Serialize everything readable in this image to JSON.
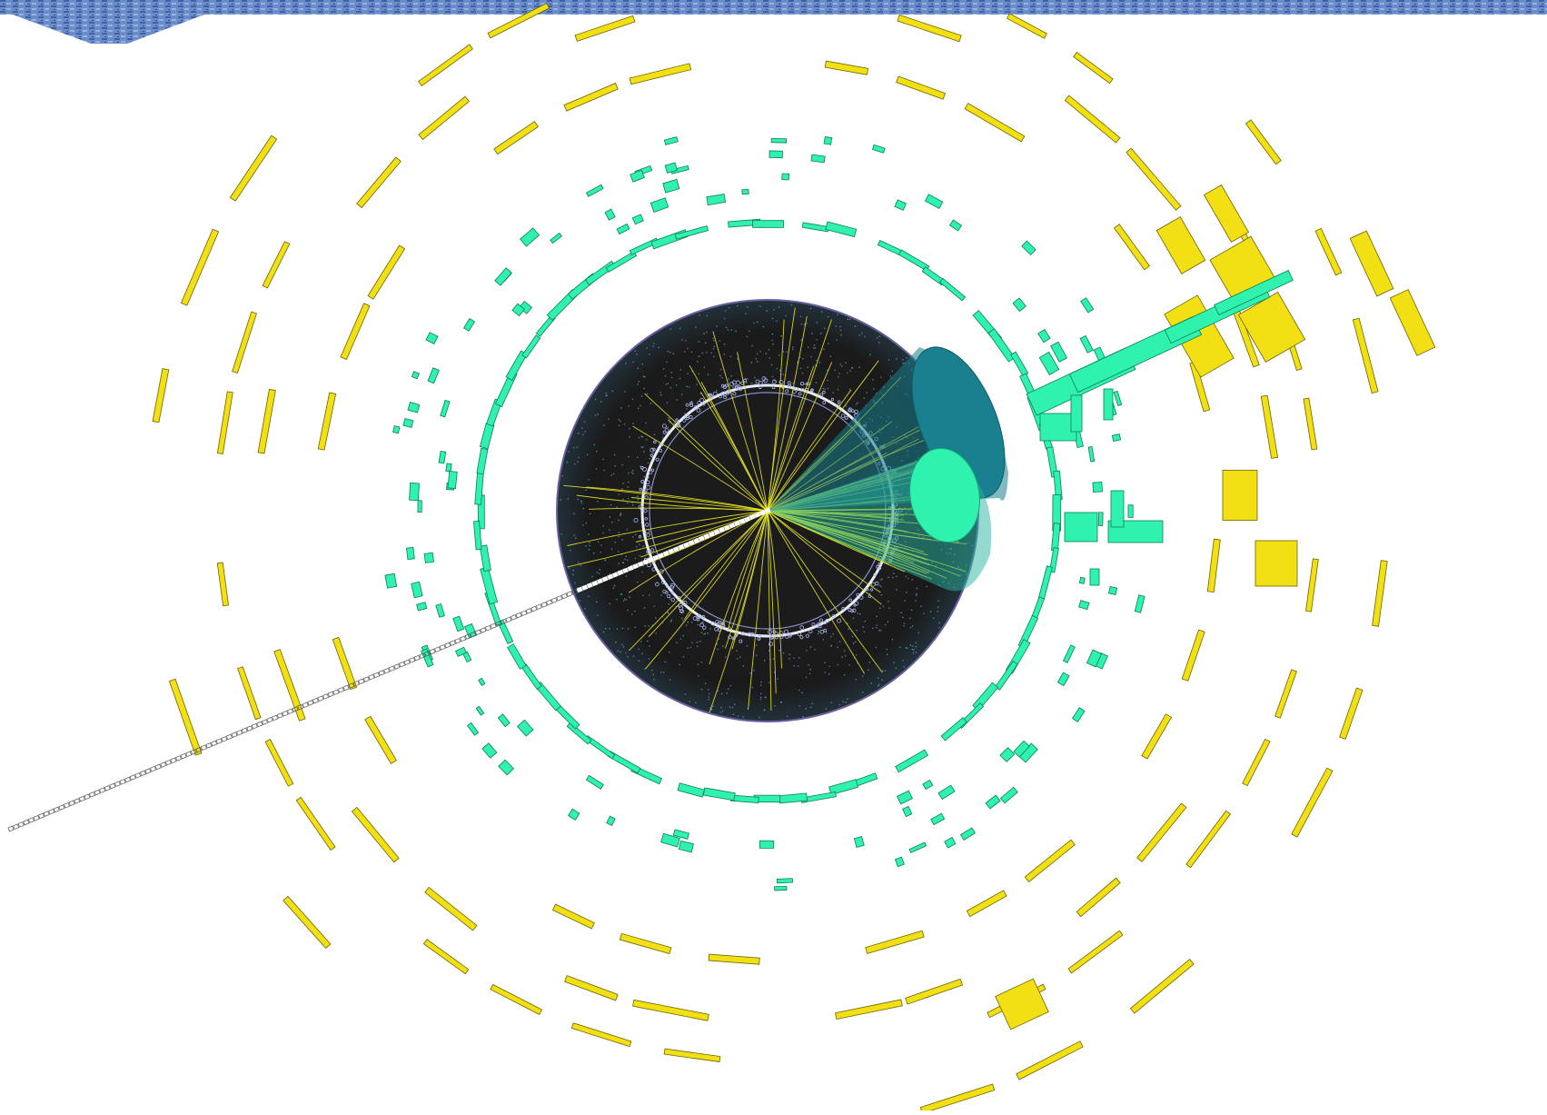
{
  "scene": {
    "kind": "particle-collision-event-display",
    "colors": {
      "background": "#ffffff",
      "top_band": "#5a7fbf",
      "top_band_dark": "#3d5f9f",
      "muon_chambers": "#f2e014",
      "muon_chamber_outline": "#6b6300",
      "calorimeter": "#2ef2ad",
      "calorimeter_outline": "#0e7d57",
      "tracker_disk": "#1c1c1c",
      "tracker_rim": "#6a5fa0",
      "tracks": "#e8e622",
      "jet_cone_dark": "#1a7f8e",
      "jet_cone_light": "#2ef2ad",
      "missing_energy": "#ffffff"
    },
    "icons": [
      "detector-cross-section",
      "jet-cone",
      "missing-energy-arrow"
    ]
  }
}
